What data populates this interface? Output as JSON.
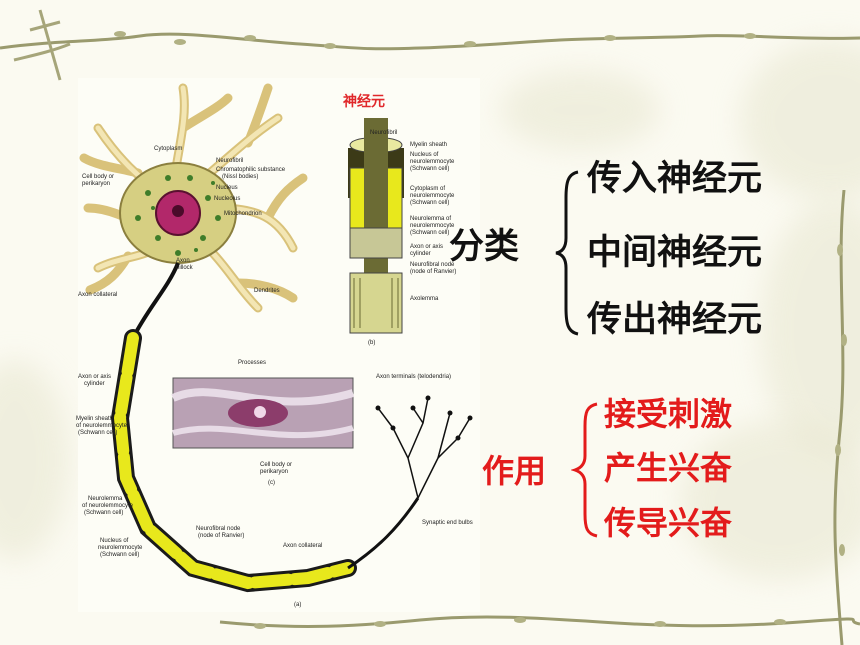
{
  "figure": {
    "title": "神经元",
    "labels": {
      "cytoplasm": "Cytoplasm",
      "neurofibril": "Neurofibril",
      "chromatophilic": "Chromatophilic substance",
      "nissl": "(Nissl bodies)",
      "cell_body": "Cell body or",
      "perikaryon": "perikaryon",
      "nucleus": "Nucleus",
      "nucleolus": "Nucleolus",
      "mitochondrion": "Mitochondrion",
      "axon_hillock_1": "Axon",
      "axon_hillock_2": "hillock",
      "dendrites": "Dendrites",
      "axon_collateral_top": "Axon collateral",
      "axon_cylinder_1": "Axon or axis",
      "axon_cylinder_2": "cylinder",
      "myelin_1": "Myelin sheath",
      "myelin_2": "of neurolemmocyte",
      "myelin_3": "(Schwann cell)",
      "neurolemma_1": "Neurolemma",
      "neurolemma_2": "of neurolemmocyte",
      "neurolemma_3": "(Schwann cell)",
      "nucleus_nl_1": "Nucleus of",
      "nucleus_nl_2": "neurolemmocyte",
      "nucleus_nl_3": "(Schwann cell)",
      "node_1": "Neurofibral node",
      "node_2": "(node of Ranvier)",
      "axon_collateral_bottom": "Axon collateral",
      "synaptic": "Synaptic end bulbs",
      "axon_terminals": "Axon terminals (telodendria)",
      "processes": "Processes",
      "cell_body_c1": "Cell body or",
      "cell_body_c2": "perikaryon",
      "tag_c": "(c)",
      "tag_a": "(a)",
      "tag_b": "(b)",
      "b_neurofibril": "Neurofibril",
      "b_myelin": "Myelin sheath",
      "b_nucleus_1": "Nucleus of",
      "b_nucleus_2": "neurolemmocyte",
      "b_nucleus_3": "(Schwann cell)",
      "b_cytoplasm_1": "Cytoplasm of",
      "b_cytoplasm_2": "neurolemmocyte",
      "b_cytoplasm_3": "(Schwann cell)",
      "b_neurolemma_1": "Neurolemma of",
      "b_neurolemma_2": "neurolemmocyte",
      "b_neurolemma_3": "(Schwann cell)",
      "b_axon_1": "Axon or axis",
      "b_axon_2": "cylinder",
      "b_node_1": "Neurofibral node",
      "b_node_2": "(node of Ranvier)",
      "b_axolemma": "Axolemma"
    }
  },
  "classification": {
    "label": "分类",
    "items": [
      "传入神经元",
      "中间神经元",
      "传出神经元"
    ]
  },
  "function": {
    "label": "作用",
    "items": [
      "接受刺激",
      "产生兴奋",
      "传导兴奋"
    ]
  },
  "colors": {
    "black_text": "#111111",
    "red_text": "#e31b1b",
    "figure_title": "#e0282a",
    "myelin": "#e8e81c",
    "dendrite": "#f1df9e",
    "nucleus": "#b2286a"
  }
}
